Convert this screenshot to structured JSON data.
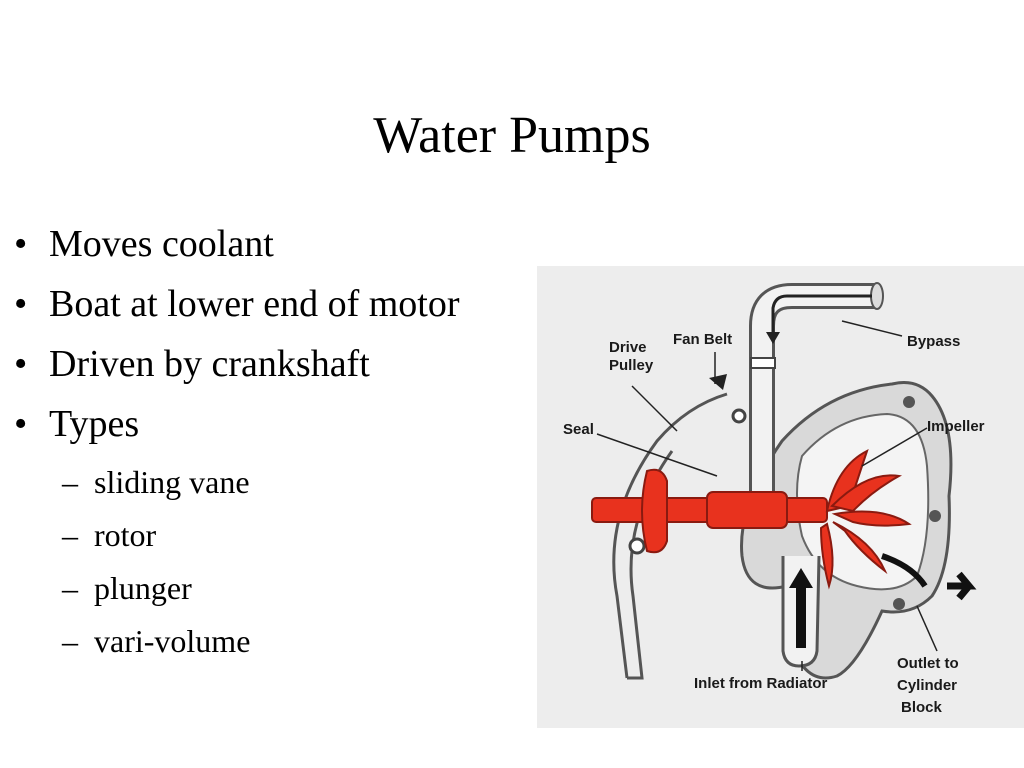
{
  "slide": {
    "title": "Water Pumps",
    "bullet_marker": "•",
    "sub_marker": "–",
    "bullets": [
      "Moves coolant",
      "Boat at lower end of motor",
      "Driven by crankshaft",
      "Types"
    ],
    "sub_bullets": [
      "sliding vane",
      "rotor",
      "plunger",
      "vari-volume"
    ]
  },
  "figure": {
    "labels": {
      "drive_pulley_1": "Drive",
      "drive_pulley_2": "Pulley",
      "fan_belt": "Fan Belt",
      "bypass": "Bypass",
      "seal": "Seal",
      "impeller": "Impeller",
      "inlet": "Inlet from Radiator",
      "outlet_1": "Outlet to",
      "outlet_2": "Cylinder",
      "outlet_3": "Block"
    },
    "colors": {
      "impeller": "#e8321e",
      "housing": "#8c8c8c",
      "background": "#ededed"
    }
  }
}
